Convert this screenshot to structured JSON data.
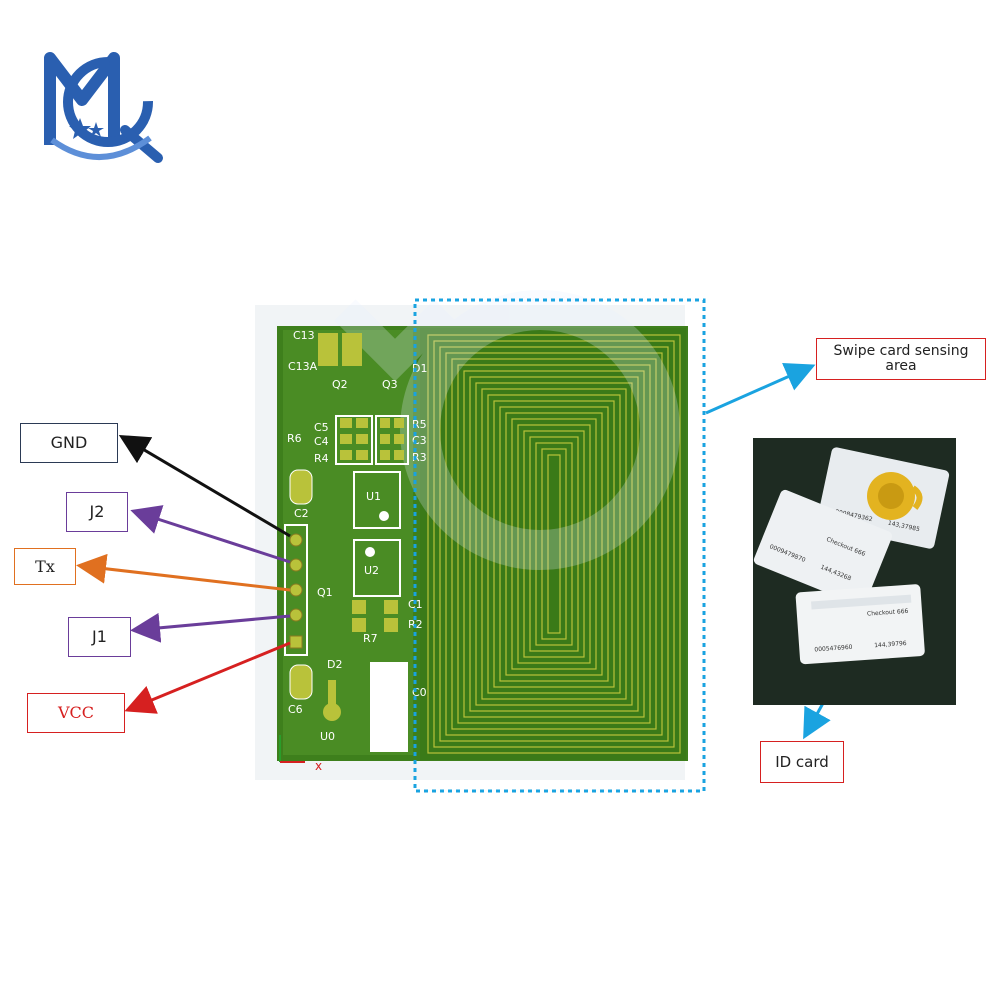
{
  "labels": {
    "gnd": "GND",
    "j2": "J2",
    "tx": "Tx",
    "j1": "J1",
    "vcc": "VCC",
    "swipe_line1": "Swipe card sensing",
    "swipe_line2": "area",
    "id_card": "ID card"
  },
  "silkscreen": {
    "c13": "C13",
    "c13a": "C13A",
    "q2": "Q2",
    "q3": "Q3",
    "d1": "D1",
    "r6": "R6",
    "c5": "C5",
    "c4": "C4",
    "r4": "R4",
    "r5": "R5",
    "c3": "C3",
    "r3": "R3",
    "c2": "C2",
    "u1": "U1",
    "u2": "U2",
    "q1": "Q1",
    "c1": "C1",
    "r2": "R2",
    "r7": "R7",
    "d2": "D2",
    "c0": "C0",
    "c6": "C6",
    "u0": "U0"
  },
  "card_texts": {
    "card1_a": "0008479362",
    "card1_b": "143,37985",
    "card2_a": "0009479870",
    "card2_b": "144,43268",
    "card2_c": "Checkout 666",
    "card3_a": "0005476960",
    "card3_b": "144,39796",
    "card3_c": "Checkout 666"
  },
  "colors": {
    "pcb_green": "#3e7f1c",
    "trace_yellow": "#b9c23a",
    "gnd_arrow": "#111111",
    "j_arrow": "#6a3d9a",
    "tx_arrow": "#e07020",
    "vcc_arrow": "#d62020",
    "sensing_arrow": "#1aa3e0",
    "logo_blue": "#2a5fb0"
  },
  "icons": [
    "mq-logo-icon",
    "fob-keychain-icon"
  ]
}
